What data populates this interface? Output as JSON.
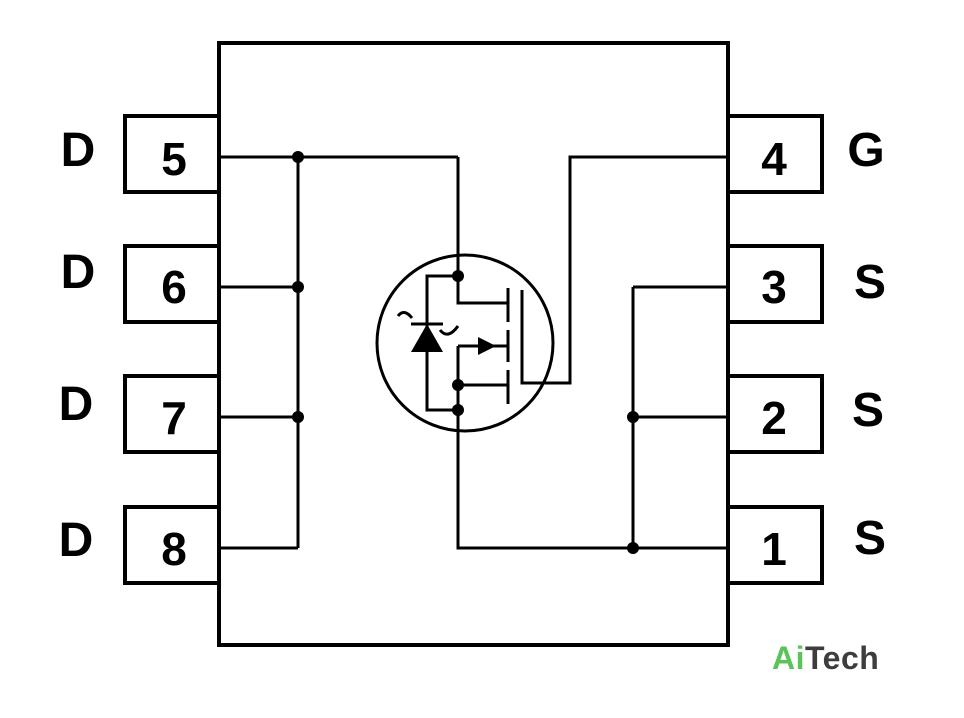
{
  "package": {
    "left_pins": [
      {
        "number": "5",
        "function": "D"
      },
      {
        "number": "6",
        "function": "D"
      },
      {
        "number": "7",
        "function": "D"
      },
      {
        "number": "8",
        "function": "D"
      }
    ],
    "right_pins": [
      {
        "number": "4",
        "function": "G"
      },
      {
        "number": "3",
        "function": "S"
      },
      {
        "number": "2",
        "function": "S"
      },
      {
        "number": "1",
        "function": "S"
      }
    ]
  },
  "logo": {
    "part1": "Ai",
    "part2": "Tech",
    "part1_color": "#5cc35a",
    "part2_color": "#3d3d3d"
  },
  "colors": {
    "line": "#000000",
    "background": "#ffffff"
  }
}
